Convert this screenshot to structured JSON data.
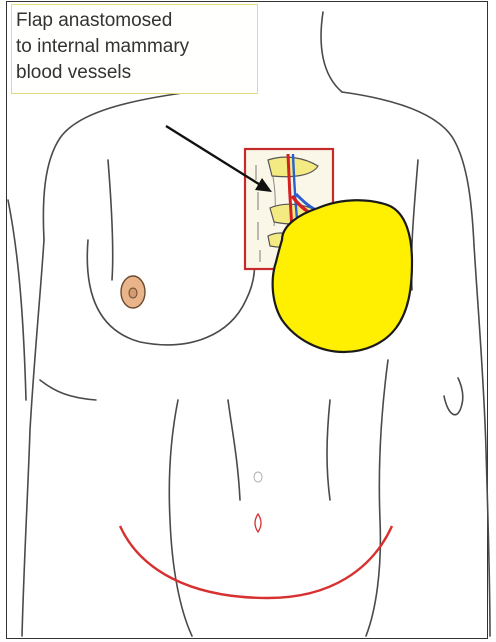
{
  "caption": {
    "line1": "Flap anastomosed",
    "line2": "to internal mammary",
    "line3": "blood vessels"
  },
  "colors": {
    "outline": "#4a4a4a",
    "flap": "#ffef00",
    "window_border": "#c62a2a",
    "scar": "#d83030",
    "nipple": "#e9b489",
    "artery": "#d42020",
    "vein": "#2a5fd0",
    "rib": "#f4ea82"
  }
}
